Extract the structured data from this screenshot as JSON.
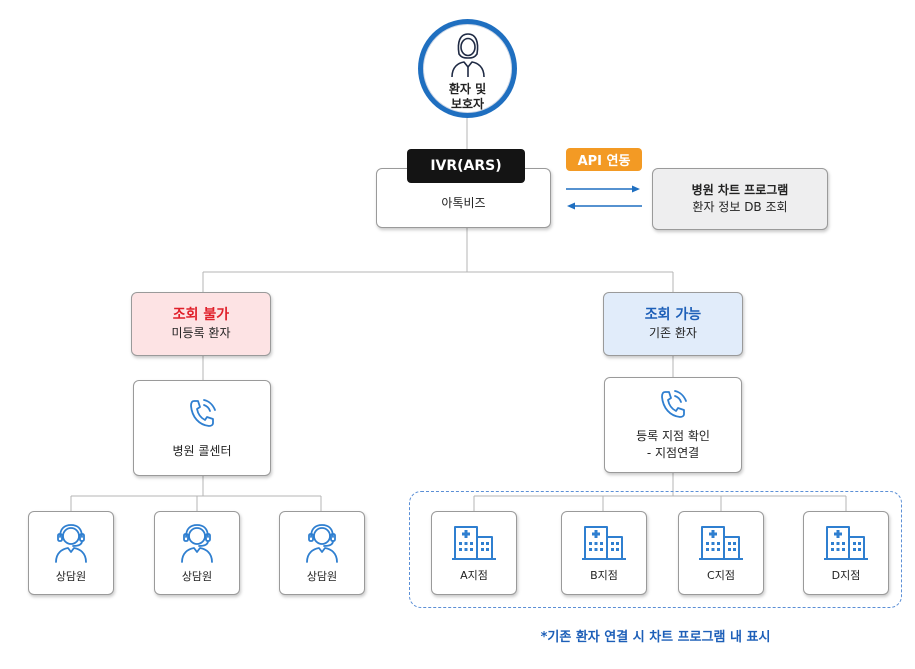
{
  "caller": {
    "label_line1": "환자 및",
    "label_line2": "보호자",
    "icon": "person-icon"
  },
  "ivr": {
    "label": "IVR(ARS)",
    "name": "아톡비즈"
  },
  "api": {
    "label": "API 연동"
  },
  "chart_program": {
    "line1": "병원 차트 프로그램",
    "line2": "환자 정보 DB 조회"
  },
  "left_branch": {
    "status": "조회 불가",
    "subtitle": "미등록 환자",
    "status_color": "#e0202a",
    "fill_color": "#fde3e4",
    "call_center": "병원 콜센터",
    "agents": [
      "상담원",
      "상담원",
      "상담원"
    ]
  },
  "right_branch": {
    "status": "조회 가능",
    "subtitle": "기존 환자",
    "status_color": "#1d5fb8",
    "fill_color": "#e1ecfa",
    "routing_line1": "등록 지점 확인",
    "routing_line2": "- 지점연결",
    "branches": [
      "A지점",
      "B지점",
      "C지점",
      "D지점"
    ]
  },
  "footnote": "*기존 환자 연결 시 차트 프로그램 내 표시",
  "colors": {
    "accent_blue": "#1f6fc0",
    "icon_blue": "#2f7fd0",
    "api_orange": "#f39a24",
    "ivr_black": "#141414"
  }
}
